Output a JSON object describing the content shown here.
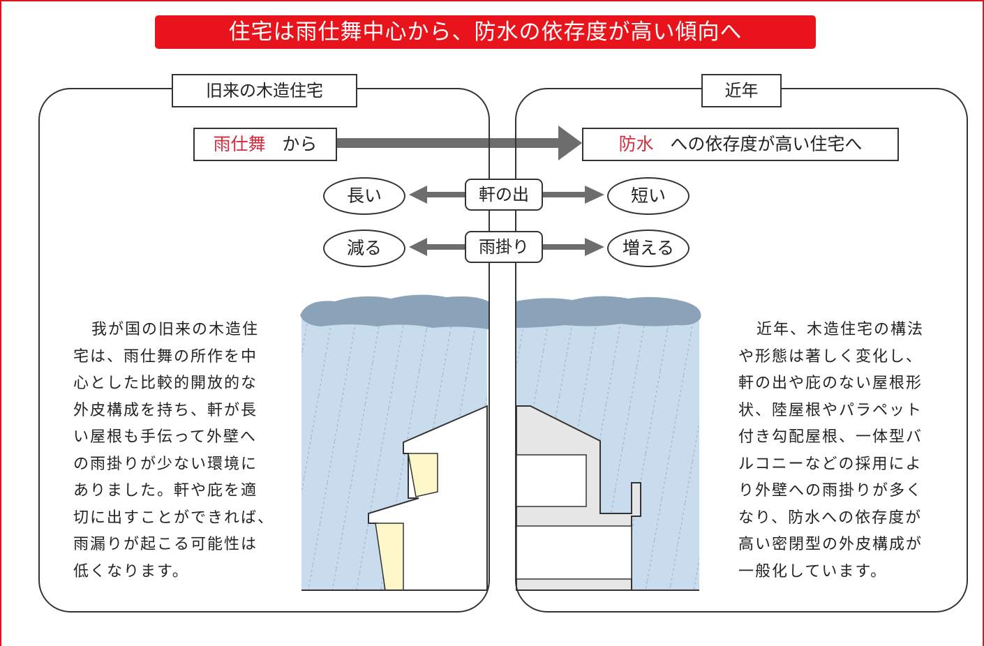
{
  "title": "住宅は雨仕舞中心から、防水の依存度が高い傾向へ",
  "left_panel": {
    "label": "旧来の木造住宅",
    "from_prefix": "雨仕舞",
    "from_suffix": "から",
    "description_lines": [
      "我が国の旧来の木造住",
      "宅は、雨仕舞の所作を中",
      "心とした比較的開放的な",
      "外皮構成を持ち、軒が長",
      "い屋根も手伝って外壁へ",
      "の雨掛りが少ない環境に",
      "ありました。軒や庇を適",
      "切に出すことができれば、",
      "雨漏りが起こる可能性は",
      "低くなります。"
    ]
  },
  "right_panel": {
    "label": "近年",
    "to_prefix": "防水",
    "to_suffix": "への依存度が高い住宅へ",
    "description_lines": [
      "近年、木造住宅の構法",
      "や形態は著しく変化し、",
      "軒の出や庇のない屋根形",
      "状、陸屋根やパラペット",
      "付き勾配屋根、一体型バ",
      "ルコニーなどの採用によ",
      "り外壁への雨掛りが多く",
      "なり、防水への依存度が",
      "高い密閉型の外皮構成が",
      "一般化しています。"
    ]
  },
  "comparisons": [
    {
      "center": "軒の出",
      "left": "長い",
      "right": "短い"
    },
    {
      "center": "雨掛り",
      "left": "減る",
      "right": "増える"
    }
  ],
  "colors": {
    "banner": "#e8131b",
    "accent_text": "#d22b3c",
    "rain_area": "#c9dcee",
    "cloud": "#8aa3b8",
    "wall_highlight": "#fdf6c8"
  }
}
